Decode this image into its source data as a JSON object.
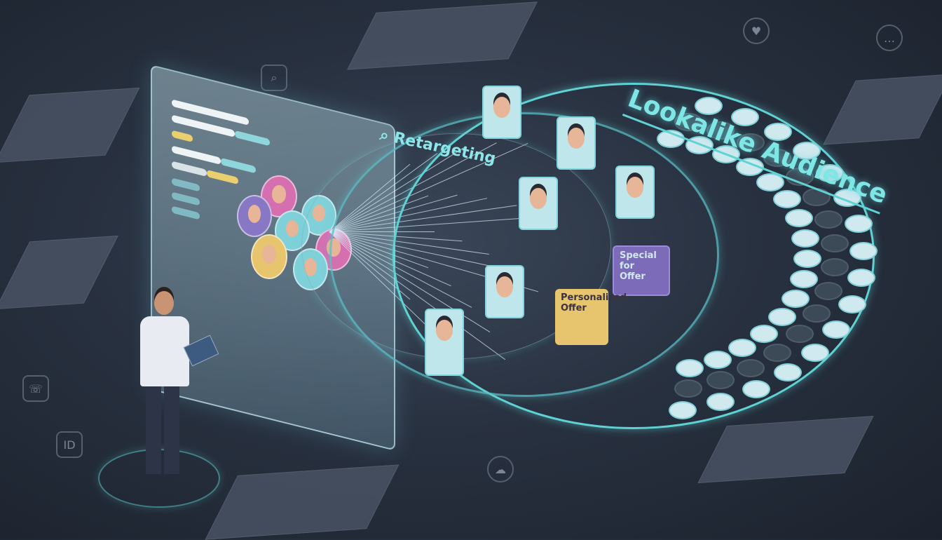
{
  "title": "Lookalike Audience",
  "retargeting_label": "Retargeting",
  "offers": [
    {
      "line1": "Special for",
      "line2": "Offer",
      "color": "#7b6bb8"
    },
    {
      "line1": "Personalized",
      "line2": "Offer",
      "color": "#e7c46e"
    }
  ],
  "colors": {
    "background": "#283140",
    "accent": "#5fd3d3",
    "title": "#7fe6e6"
  },
  "icons": [
    "search-icon",
    "phone-icon",
    "chat-icon",
    "cloud-icon",
    "heart-icon",
    "id-icon"
  ]
}
